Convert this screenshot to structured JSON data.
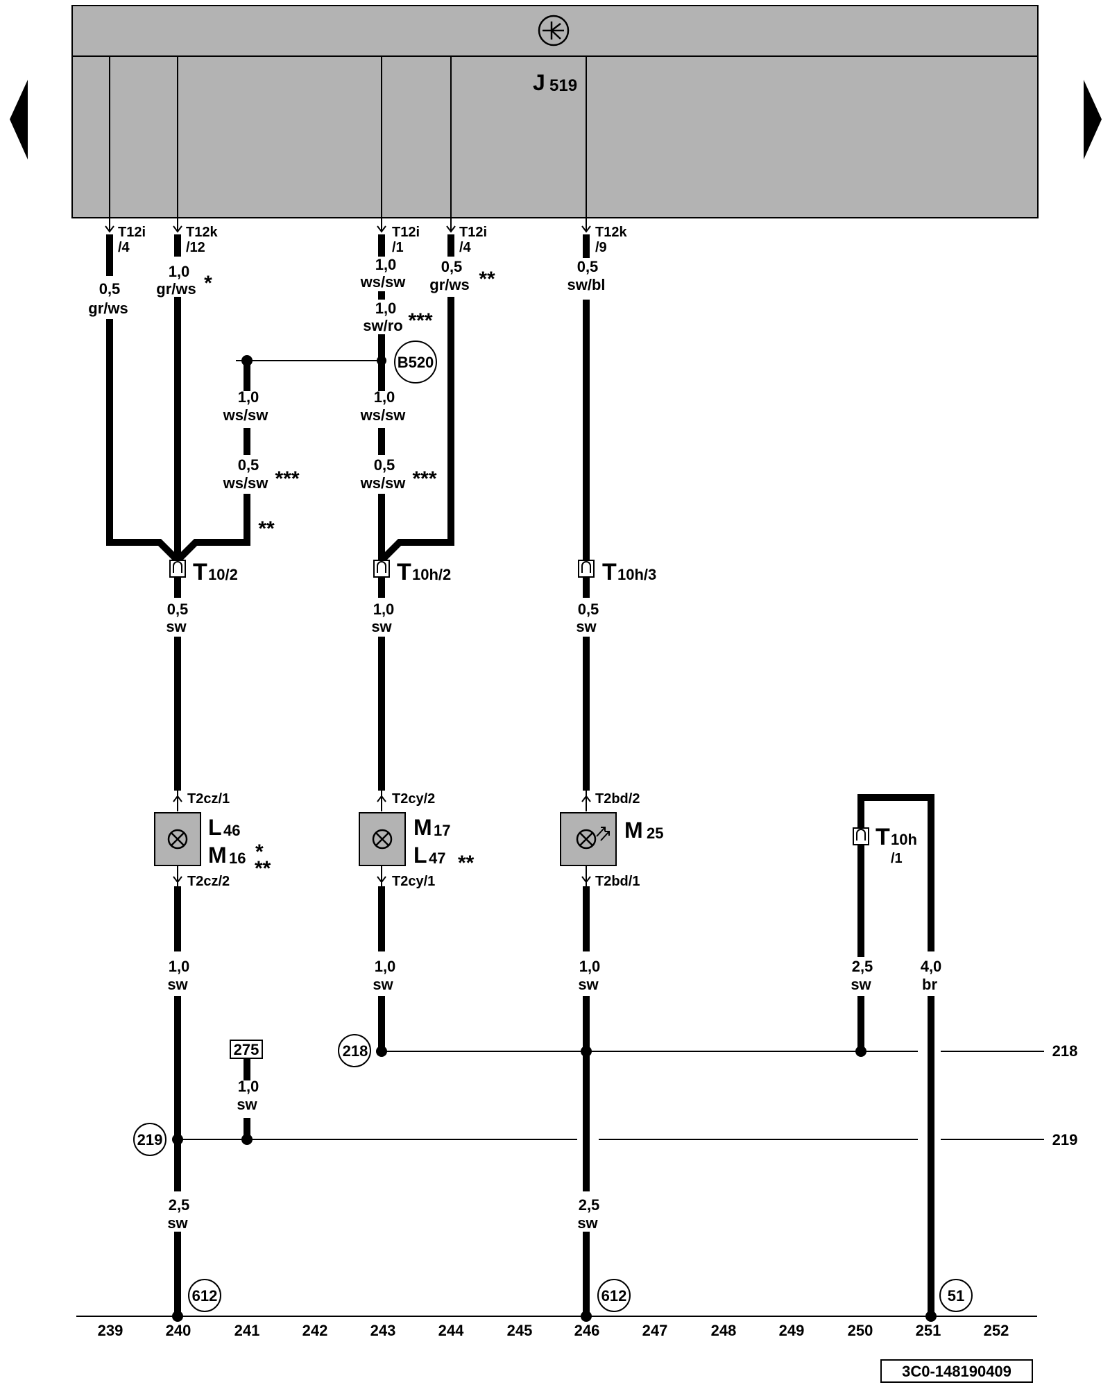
{
  "control_unit": {
    "name": "J",
    "sub": "519"
  },
  "pins_top": [
    {
      "a": "T12i",
      "b": "/4"
    },
    {
      "a": "T12k",
      "b": "/12"
    },
    {
      "a": "T12i",
      "b": "/1"
    },
    {
      "a": "T12i",
      "b": "/4"
    },
    {
      "a": "T12k",
      "b": "/9"
    }
  ],
  "wires": {
    "w1": {
      "size": "0,5",
      "color": "gr/ws",
      "mark": ""
    },
    "w2": {
      "size": "1,0",
      "color": "gr/ws",
      "mark": "*"
    },
    "w3a": {
      "size": "1,0",
      "color": "ws/sw",
      "mark": ""
    },
    "w3b": {
      "size": "1,0",
      "color": "sw/ro",
      "mark": "***"
    },
    "w4": {
      "size": "0,5",
      "color": "gr/ws",
      "mark": "**"
    },
    "w5": {
      "size": "0,5",
      "color": "sw/bl",
      "mark": ""
    },
    "w6a": {
      "size": "1,0",
      "color": "ws/sw",
      "mark": ""
    },
    "w6b": {
      "size": "0,5",
      "color": "ws/sw",
      "mark": "***"
    },
    "w6c": {
      "mark": "**"
    },
    "w7a": {
      "size": "1,0",
      "color": "ws/sw",
      "mark": ""
    },
    "w7b": {
      "size": "0,5",
      "color": "ws/sw",
      "mark": "***"
    },
    "w8": {
      "size": "0,5",
      "color": "sw"
    },
    "w9": {
      "size": "1,0",
      "color": "sw"
    },
    "w10": {
      "size": "0,5",
      "color": "sw"
    },
    "w11": {
      "size": "1,0",
      "color": "sw"
    },
    "w12": {
      "size": "1,0",
      "color": "sw"
    },
    "w13": {
      "size": "1,0",
      "color": "sw"
    },
    "w14": {
      "size": "2,5",
      "color": "sw"
    },
    "w15": {
      "size": "4,0",
      "color": "br"
    },
    "w16": {
      "size": "1,0",
      "color": "sw"
    },
    "w17": {
      "size": "2,5",
      "color": "sw"
    },
    "w18": {
      "size": "2,5",
      "color": "sw"
    }
  },
  "splice": "B520",
  "connectors": [
    {
      "main": "T",
      "sub": "10/2"
    },
    {
      "main": "T",
      "sub": "10h/2"
    },
    {
      "main": "T",
      "sub": "10h/3"
    },
    {
      "main": "T",
      "sub": "10h",
      "pin": "/1"
    }
  ],
  "components": {
    "c1": {
      "pin_top": "T2cz/1",
      "pin_bot": "T2cz/2",
      "l1": "L",
      "s1": "46",
      "l2": "M",
      "s2": "16",
      "mark1": "*",
      "mark2": "**"
    },
    "c2": {
      "pin_top": "T2cy/2",
      "pin_bot": "T2cy/1",
      "l1": "M",
      "s1": "17",
      "l2": "L",
      "s2": "47",
      "mark2": "**"
    },
    "c3": {
      "pin_top": "T2bd/2",
      "pin_bot": "T2bd/1",
      "l1": "M",
      "s1": "25"
    }
  },
  "connection_ref": "275",
  "buses": {
    "b218": "218",
    "b219": "219"
  },
  "grounds": [
    "612",
    "612",
    "51"
  ],
  "columns": [
    "239",
    "240",
    "241",
    "242",
    "243",
    "244",
    "245",
    "246",
    "247",
    "248",
    "249",
    "250",
    "251",
    "252"
  ],
  "ref_code": "3C0-148190409"
}
